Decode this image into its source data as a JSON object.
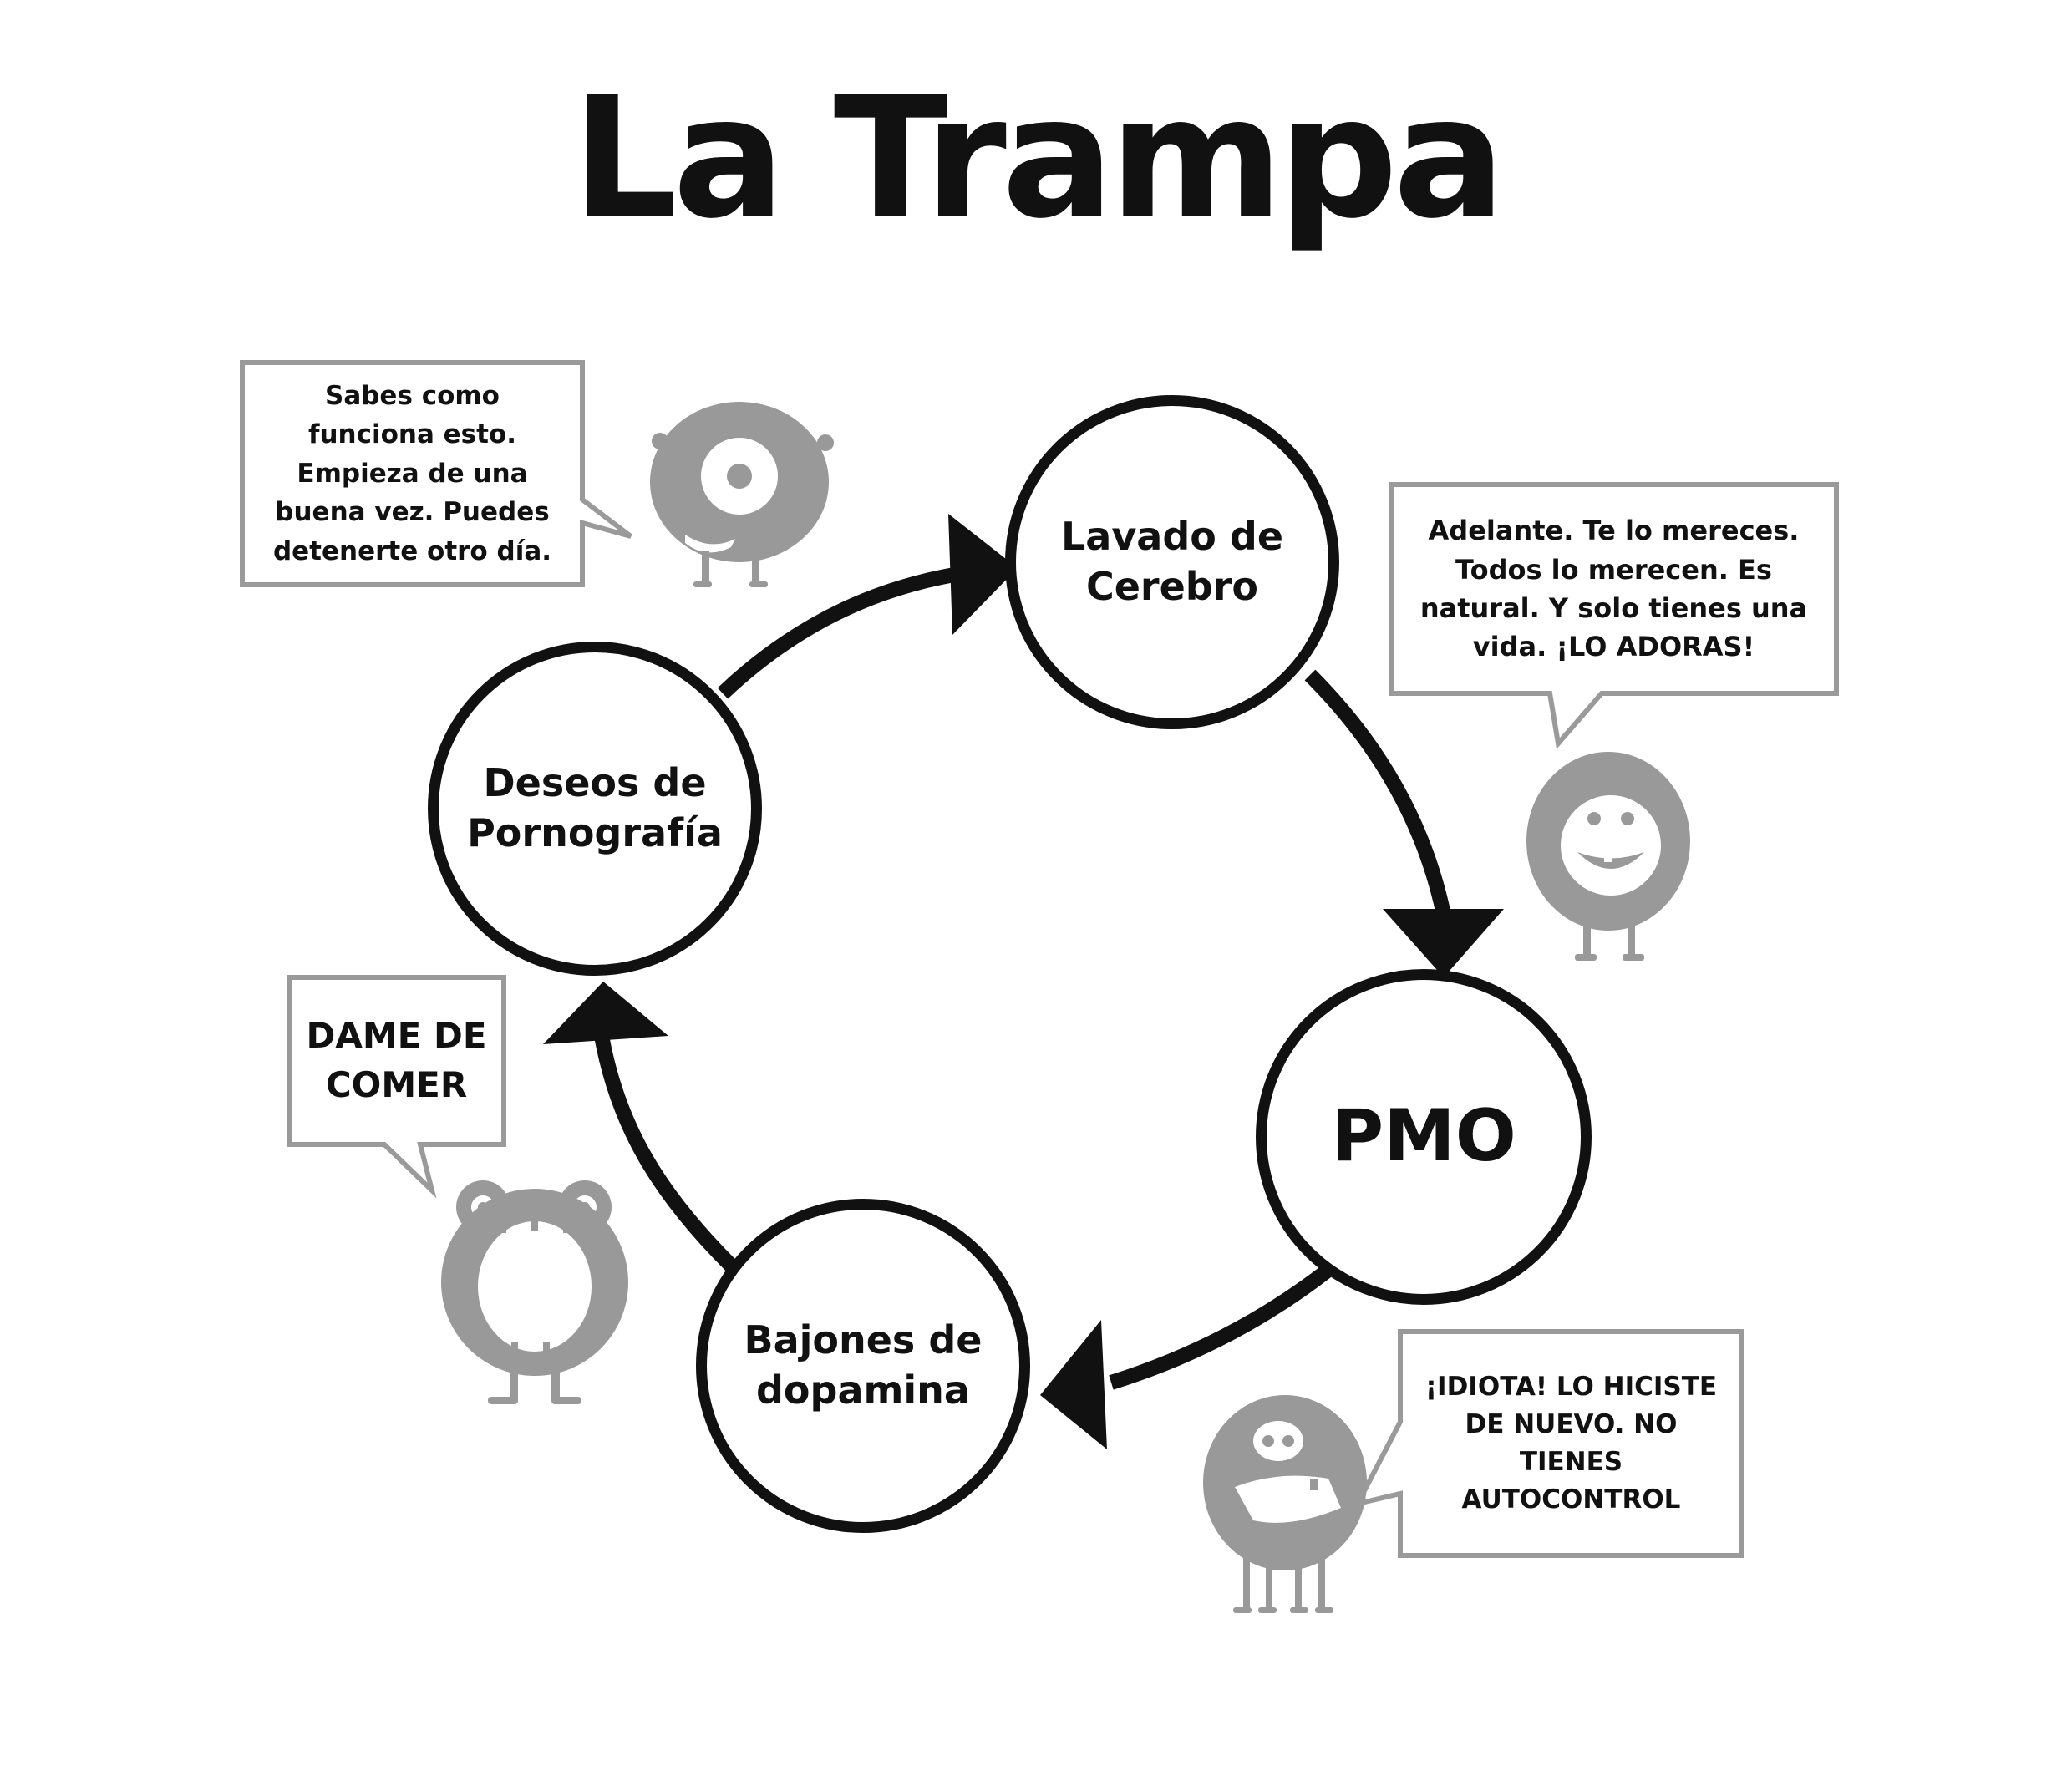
{
  "title": "La Trampa",
  "nodes": [
    {
      "id": "lavado",
      "label": "Lavado de\nCerebro"
    },
    {
      "id": "pmo",
      "label": "PMO"
    },
    {
      "id": "bajones",
      "label": "Bajones de\ndopamina"
    },
    {
      "id": "deseos",
      "label": "Deseos de\nPornografía"
    }
  ],
  "bubbles": [
    {
      "id": "top-left",
      "text": "Sabes como\nfunciona esto.\nEmpieza de una\nbuena vez. Puedes\ndetenerte otro día."
    },
    {
      "id": "top-right",
      "text": "Adelante. Te lo mereces.\nTodos lo merecen. Es\nnatural. Y solo tienes una\nvida. ¡LO ADORAS!"
    },
    {
      "id": "left",
      "text": "DAME DE\nCOMER"
    },
    {
      "id": "bottom-right",
      "text": "¡IDIOTA! LO HICISTE\nDE NUEVO. NO\nTIENES\nAUTOCONTROL"
    }
  ],
  "colors": {
    "ink": "#111111",
    "monster": "#999999",
    "bubble_border": "#999999",
    "background": "#ffffff"
  },
  "icons": [
    "one-eyed-monster-icon",
    "smiling-monster-icon",
    "big-mouth-monster-icon",
    "angry-monster-icon"
  ]
}
